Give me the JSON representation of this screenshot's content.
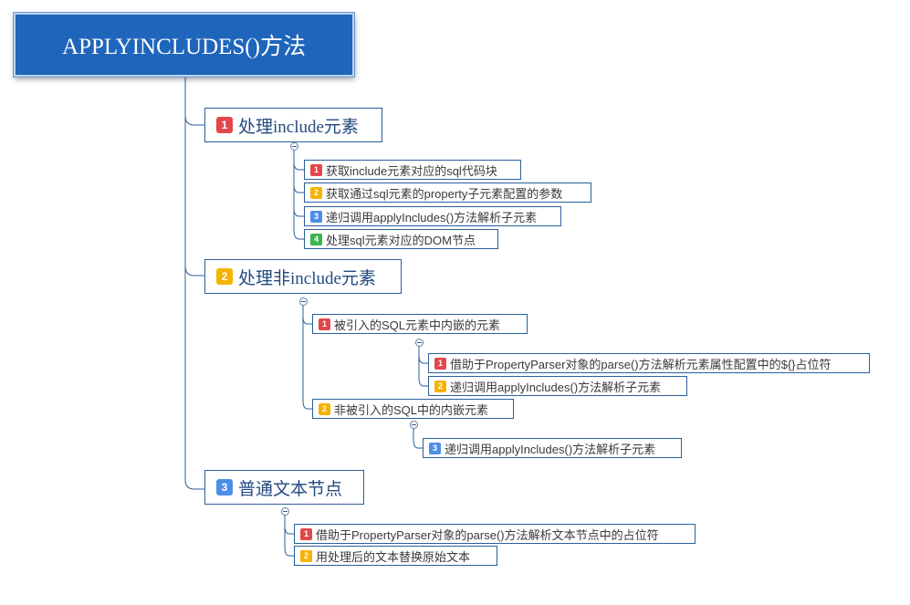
{
  "root": {
    "title": "APPLYINCLUDES()方法"
  },
  "colors": {
    "red": "#e2474b",
    "yellow": "#f5b301",
    "blue": "#4d8de8",
    "green": "#3cb54a",
    "line": "#2a5f9a",
    "root_bg": "#1f65bb"
  },
  "branches": [
    {
      "badge": "1",
      "badge_color": "red",
      "label": "处理include元素",
      "children": [
        {
          "badge": "1",
          "badge_color": "red",
          "label": "获取include元素对应的sql代码块"
        },
        {
          "badge": "2",
          "badge_color": "yellow",
          "label": "获取通过sql元素的property子元素配置的参数"
        },
        {
          "badge": "3",
          "badge_color": "blue",
          "label": "递归调用applyIncludes()方法解析子元素"
        },
        {
          "badge": "4",
          "badge_color": "green",
          "label": "处理sql元素对应的DOM节点"
        }
      ]
    },
    {
      "badge": "2",
      "badge_color": "yellow",
      "label": "处理非include元素",
      "children": [
        {
          "badge": "1",
          "badge_color": "red",
          "label": "被引入的SQL元素中内嵌的元素",
          "children": [
            {
              "badge": "1",
              "badge_color": "red",
              "label": "借助于PropertyParser对象的parse()方法解析元素属性配置中的${}占位符"
            },
            {
              "badge": "2",
              "badge_color": "yellow",
              "label": "递归调用applyIncludes()方法解析子元素"
            }
          ]
        },
        {
          "badge": "2",
          "badge_color": "yellow",
          "label": "非被引入的SQL中的内嵌元素",
          "children": [
            {
              "badge": "3",
              "badge_color": "blue",
              "label": "递归调用applyIncludes()方法解析子元素"
            }
          ]
        }
      ]
    },
    {
      "badge": "3",
      "badge_color": "blue",
      "label": "普通文本节点",
      "children": [
        {
          "badge": "1",
          "badge_color": "red",
          "label": "借助于PropertyParser对象的parse()方法解析文本节点中的占位符"
        },
        {
          "badge": "2",
          "badge_color": "yellow",
          "label": "用处理后的文本替换原始文本"
        }
      ]
    }
  ]
}
